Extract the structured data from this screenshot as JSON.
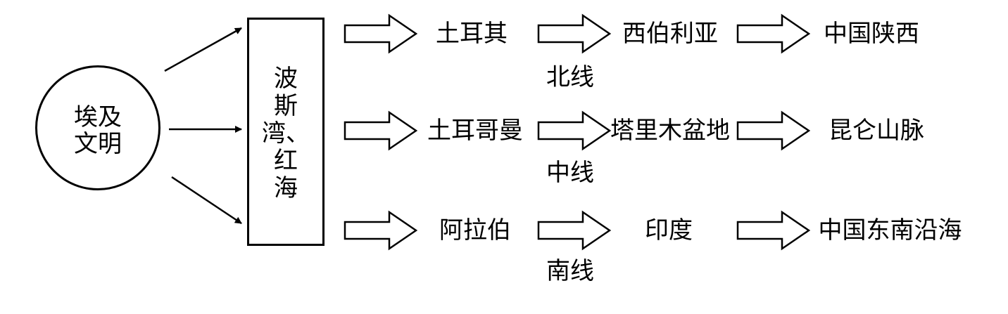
{
  "origin": {
    "line1": "埃及",
    "line2": "文明"
  },
  "sea": {
    "chars": [
      "波",
      "斯",
      "湾、",
      "红",
      "海"
    ]
  },
  "routes": [
    {
      "name": "北线",
      "stops": [
        "土耳其",
        "西伯利亚",
        "中国陕西"
      ]
    },
    {
      "name": "中线",
      "stops": [
        "土耳哥曼",
        "塔里木盆地",
        "昆仑山脉"
      ]
    },
    {
      "name": "南线",
      "stops": [
        "阿拉伯",
        "印度",
        "中国东南沿海"
      ]
    }
  ]
}
